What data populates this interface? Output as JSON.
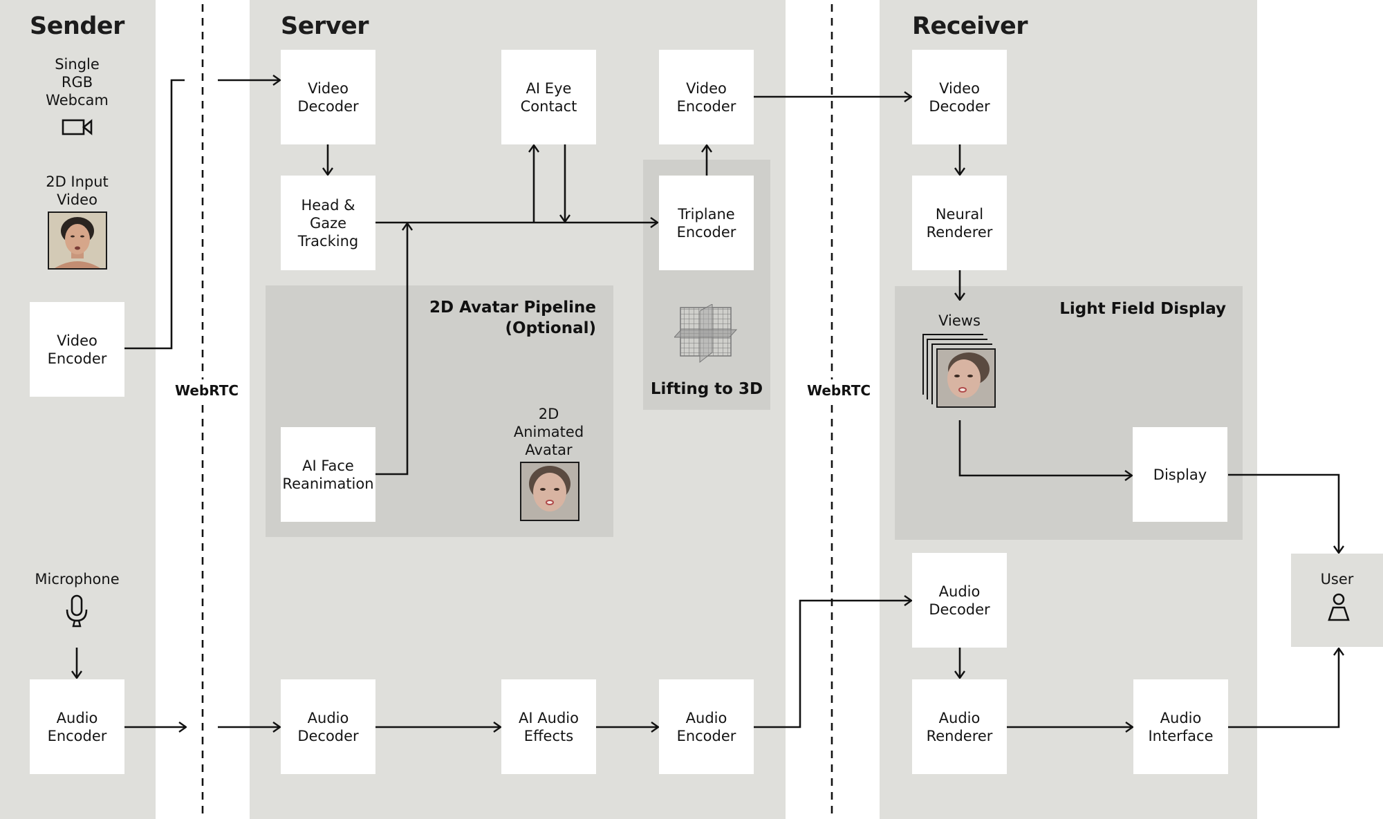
{
  "sections": {
    "sender": "Sender",
    "server": "Server",
    "receiver": "Receiver"
  },
  "transport": {
    "left": "WebRTC",
    "right": "WebRTC"
  },
  "sender": {
    "webcam_label": "Single\nRGB\nWebcam",
    "input_video_label": "2D Input\nVideo",
    "video_encoder": "Video\nEncoder",
    "microphone_label": "Microphone",
    "audio_encoder": "Audio\nEncoder"
  },
  "server": {
    "video_decoder": "Video\nDecoder",
    "head_gaze": "Head &\nGaze\nTracking",
    "ai_eye_contact": "AI Eye\nContact",
    "video_encoder": "Video\nEncoder",
    "triplane_encoder": "Triplane\nEncoder",
    "lifting_title": "Lifting to 3D",
    "avatar_pipeline_title": "2D Avatar Pipeline\n(Optional)",
    "ai_face_reanimation": "AI Face\nReanimation",
    "animated_avatar_label": "2D\nAnimated\nAvatar",
    "audio_decoder": "Audio\nDecoder",
    "ai_audio_effects": "AI Audio\nEffects",
    "audio_encoder": "Audio\nEncoder"
  },
  "receiver": {
    "video_decoder": "Video\nDecoder",
    "neural_renderer": "Neural\nRenderer",
    "light_field_title": "Light Field Display",
    "views_label": "Views",
    "display": "Display",
    "audio_decoder": "Audio\nDecoder",
    "audio_renderer": "Audio\nRenderer",
    "audio_interface": "Audio\nInterface"
  },
  "user": {
    "label": "User"
  },
  "icons": {
    "webcam": "video-camera-icon",
    "microphone": "microphone-icon",
    "user": "person-icon",
    "triplane": "triplane-grid-icon"
  },
  "colors": {
    "panel": "#dfdfdb",
    "subpanel": "#cfcfcb",
    "box": "#ffffff",
    "line": "#111111"
  }
}
